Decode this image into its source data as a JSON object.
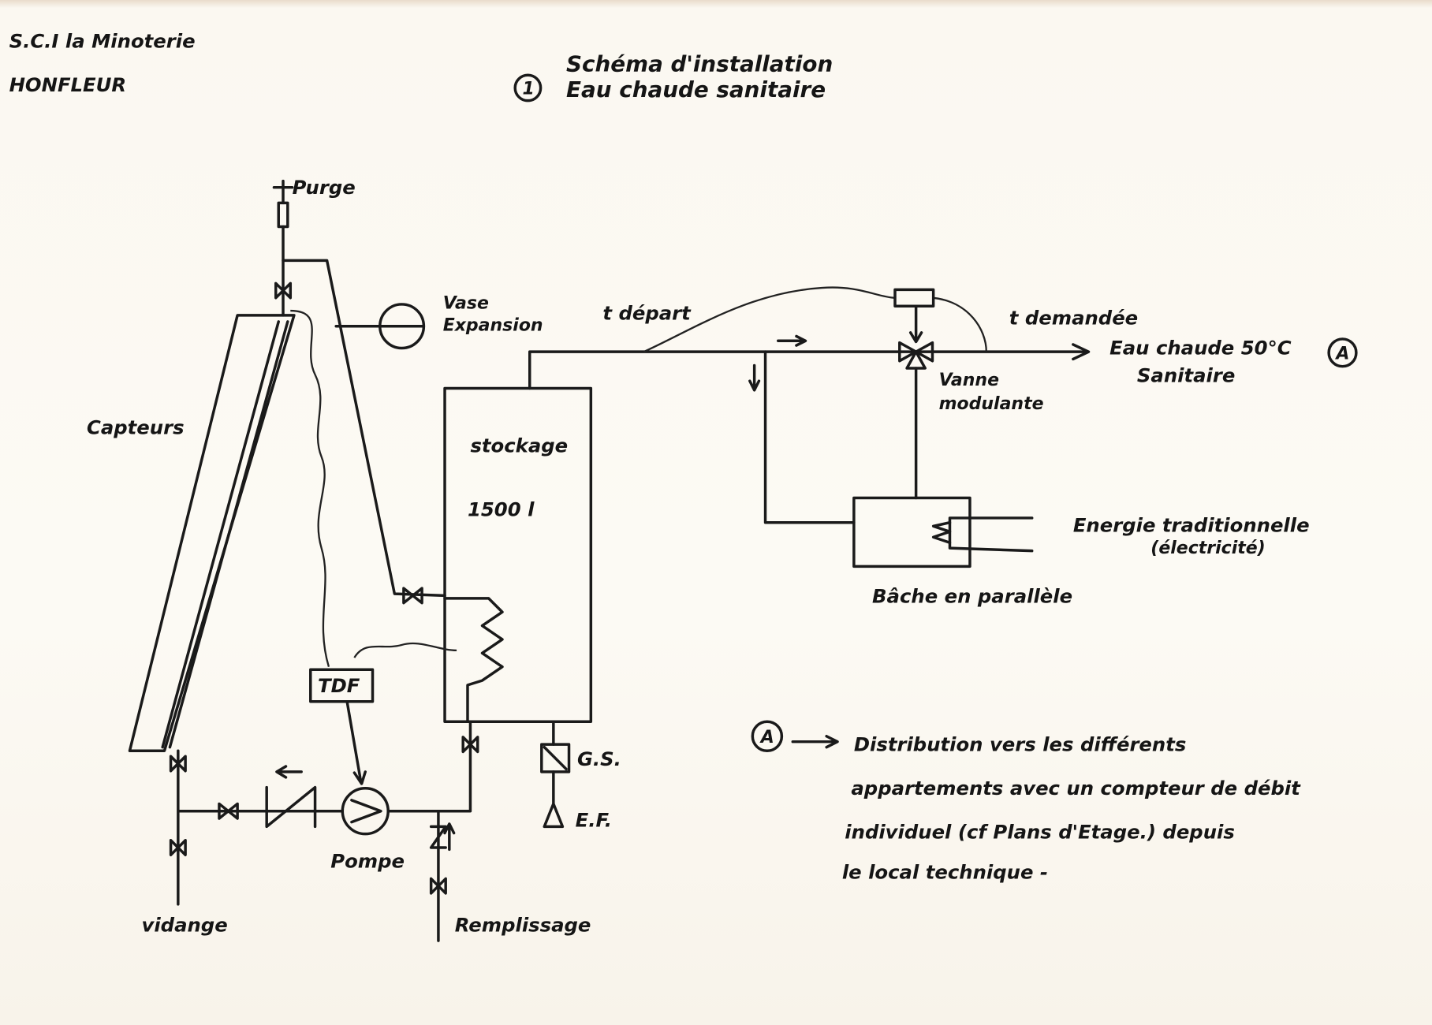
{
  "header": {
    "company": "S.C.I la Minoterie",
    "city": "HONFLEUR",
    "sheet_number": "1",
    "title_line1": "Schéma d'installation",
    "title_line2": "Eau chaude sanitaire"
  },
  "labels": {
    "purge": "Purge",
    "vase_line1": "Vase",
    "vase_line2": "Expansion",
    "capteurs": "Capteurs",
    "stockage": "stockage",
    "volume": "1500 l",
    "t_depart": "t départ",
    "t_demandee": "t demandée",
    "vanne_line1": "Vanne",
    "vanne_line2": "modulante",
    "eau_chaude_line1": "Eau chaude  50°C",
    "eau_chaude_line2": "Sanitaire",
    "marker_a": "A",
    "energie_line1": "Energie traditionnelle",
    "energie_line2": "(électricité)",
    "bache": "Bâche  en parallèle",
    "tdf": "TDF",
    "pompe": "Pompe",
    "vidange": "vidange",
    "remplissage": "Remplissage",
    "gs": "G.S.",
    "ef": "E.F."
  },
  "note": {
    "marker": "A",
    "lines": [
      "Distribution vers les différents",
      "appartements avec un compteur de débit",
      "individuel (cf Plans d'Etage.) depuis",
      "le local technique -"
    ]
  }
}
